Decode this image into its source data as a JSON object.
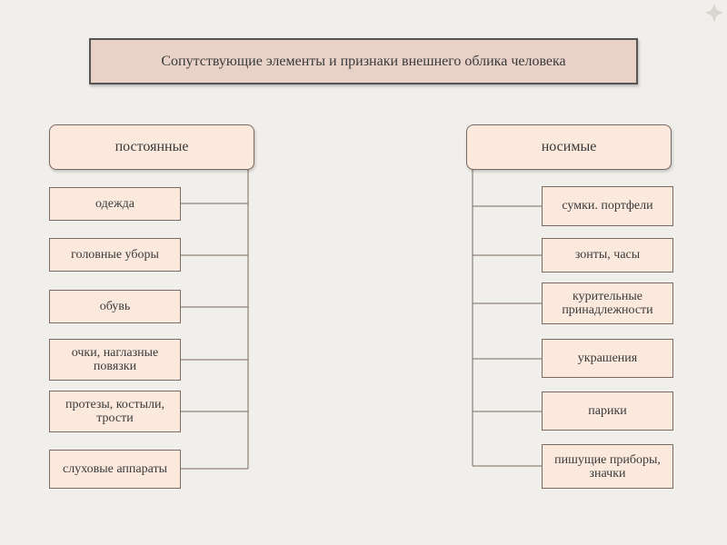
{
  "title": "Сопутствующие элементы и признаки внешнего облика человека",
  "left": {
    "header": "постоянные",
    "items": [
      "одежда",
      "головные уборы",
      "обувь",
      "очки, наглазные повязки",
      "протезы, костыли, трости",
      "слуховые аппараты"
    ]
  },
  "right": {
    "header": "носимые",
    "items": [
      "сумки. портфели",
      "зонты, часы",
      "курительные принадлежности",
      "украшения",
      "парики",
      "пишущие приборы, значки"
    ]
  },
  "colors": {
    "box_fill": "#fbe9de",
    "title_fill": "#e8d2c8",
    "border": "#7a6a62",
    "background": "#f0efeb"
  },
  "icons": [
    "corner-ornament-icon"
  ]
}
